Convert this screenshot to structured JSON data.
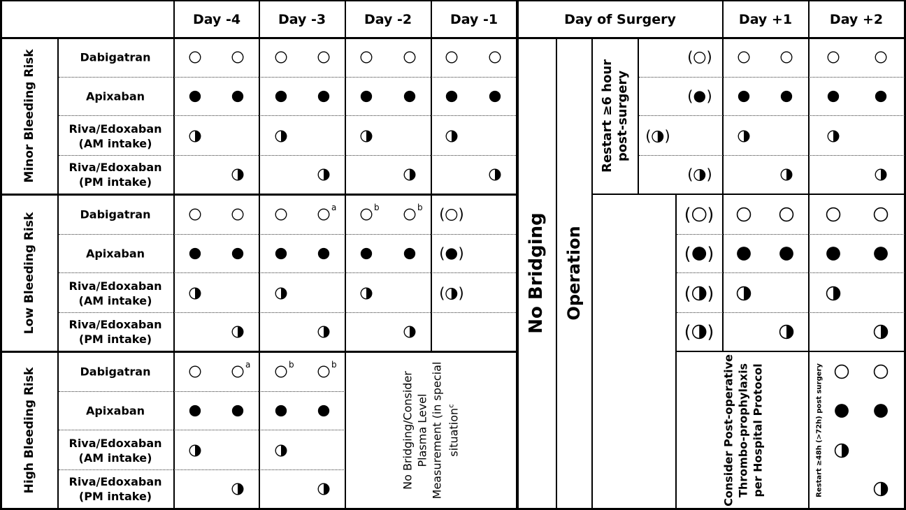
{
  "header": {
    "days": [
      "Day -4",
      "Day -3",
      "Day -2",
      "Day -1"
    ],
    "surgery_day": "Day of Surgery",
    "post_days": [
      "Day +1",
      "Day +2"
    ]
  },
  "risks": [
    "Minor Bleeding Risk",
    "Low Bleeding Risk",
    "High Bleeding Risk"
  ],
  "drugs": {
    "dabigatran": "Dabigatran",
    "apixaban": "Apixaban",
    "riva_am": [
      "Riva/Edoxaban",
      "(AM intake)"
    ],
    "riva_pm": [
      "Riva/Edoxaban",
      "(PM intake)"
    ]
  },
  "center": {
    "no_bridging": "No Bridging",
    "operation": "Operation",
    "restart_6h": [
      "Restart ≥6 hour",
      "post-surgery"
    ],
    "consider_plasma": [
      "No Bridging/Consider",
      "Plasma Level",
      "Measurement (in special",
      "situation"
    ],
    "consider_plasma_sup": "c",
    "post_op": [
      "Consider Post-operative",
      "Thrombo-prophylaxis",
      "per Hospital Protocol"
    ],
    "restart_48h": "Restart ≥48h (>72h) post surgery"
  },
  "footnotes": {
    "a": "a",
    "b": "b"
  },
  "legend_symbols": {
    "dabigatran": "empty-circle",
    "apixaban": "filled-circle",
    "riva": "half-filled-circle"
  }
}
